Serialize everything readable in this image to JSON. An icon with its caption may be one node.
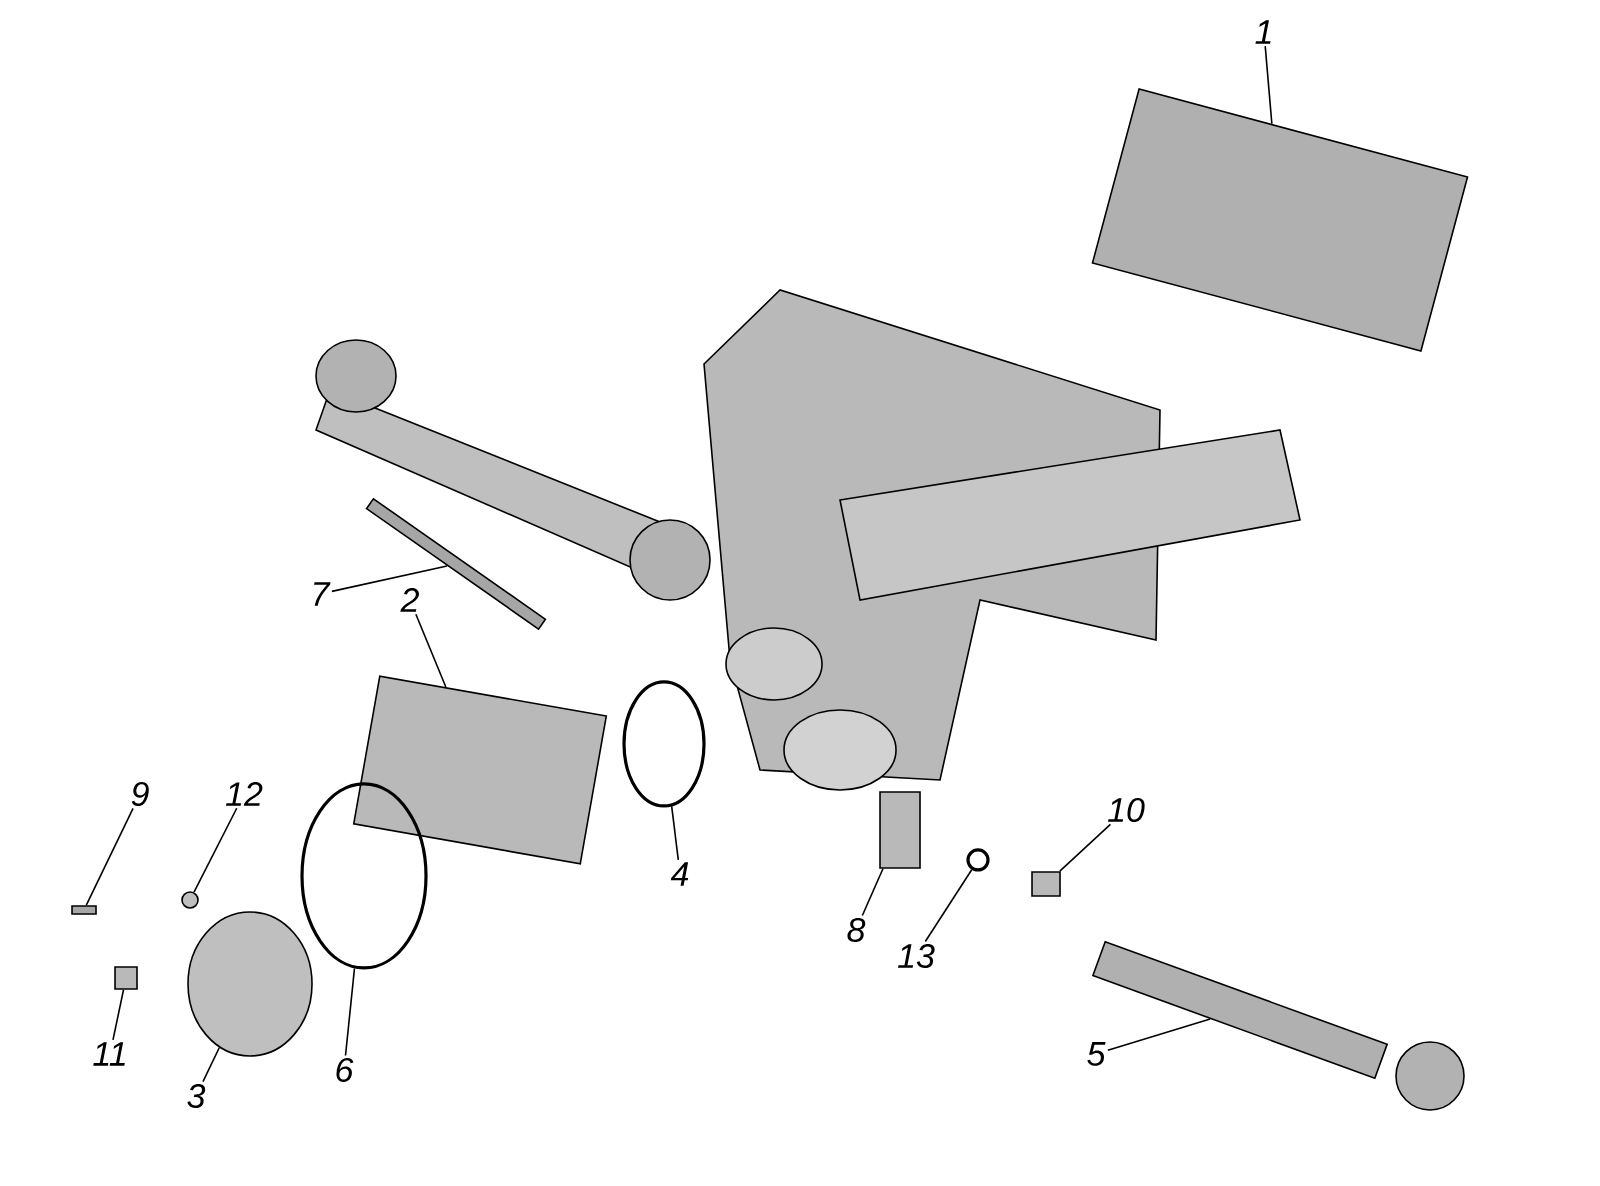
{
  "diagram": {
    "nodes": [
      {
        "text": [
          "1"
        ]
      },
      {
        "text": [
          "2"
        ]
      },
      {
        "text": [
          "3"
        ]
      },
      {
        "text": [
          "4"
        ]
      },
      {
        "text": [
          "5"
        ]
      },
      {
        "text": [
          "6"
        ]
      },
      {
        "text": [
          "7"
        ]
      },
      {
        "text": [
          "8"
        ]
      },
      {
        "text": [
          "9"
        ]
      },
      {
        "text": [
          "10"
        ]
      },
      {
        "text": [
          "11"
        ]
      },
      {
        "text": [
          "12"
        ]
      },
      {
        "text": [
          "13"
        ]
      },
      {
        "text": [],
        "shape": "picture"
      },
      {
        "text": [],
        "shape": "box"
      },
      {
        "text": [],
        "shape": "circle"
      },
      {
        "text": [],
        "shape": "circle"
      },
      {
        "text": [],
        "shape": "picture"
      },
      {
        "text": [],
        "shape": "circle"
      },
      {
        "text": [],
        "shape": "bar"
      },
      {
        "text": [],
        "shape": "box"
      },
      {
        "text": [],
        "shape": "bar"
      },
      {
        "text": [],
        "shape": "box"
      },
      {
        "text": [],
        "shape": "box"
      },
      {
        "text": [],
        "shape": "circle"
      },
      {
        "text": [],
        "shape": "circle"
      }
    ],
    "edges": [
      {
        "from": 0,
        "to": 13,
        "arrow": "none"
      },
      {
        "from": 1,
        "to": 14,
        "arrow": "none"
      },
      {
        "from": 2,
        "to": 15,
        "arrow": "none"
      },
      {
        "from": 3,
        "to": 16,
        "arrow": "none"
      },
      {
        "from": 4,
        "to": 17,
        "arrow": "none"
      },
      {
        "from": 5,
        "to": 18,
        "arrow": "none"
      },
      {
        "from": 6,
        "to": 19,
        "arrow": "none"
      },
      {
        "from": 7,
        "to": 20,
        "arrow": "none"
      },
      {
        "from": 8,
        "to": 21,
        "arrow": "none"
      },
      {
        "from": 9,
        "to": 22,
        "arrow": "none"
      },
      {
        "from": 10,
        "to": 23,
        "arrow": "none"
      },
      {
        "from": 11,
        "to": 24,
        "arrow": "none"
      },
      {
        "from": 12,
        "to": 25,
        "arrow": "none"
      }
    ]
  }
}
